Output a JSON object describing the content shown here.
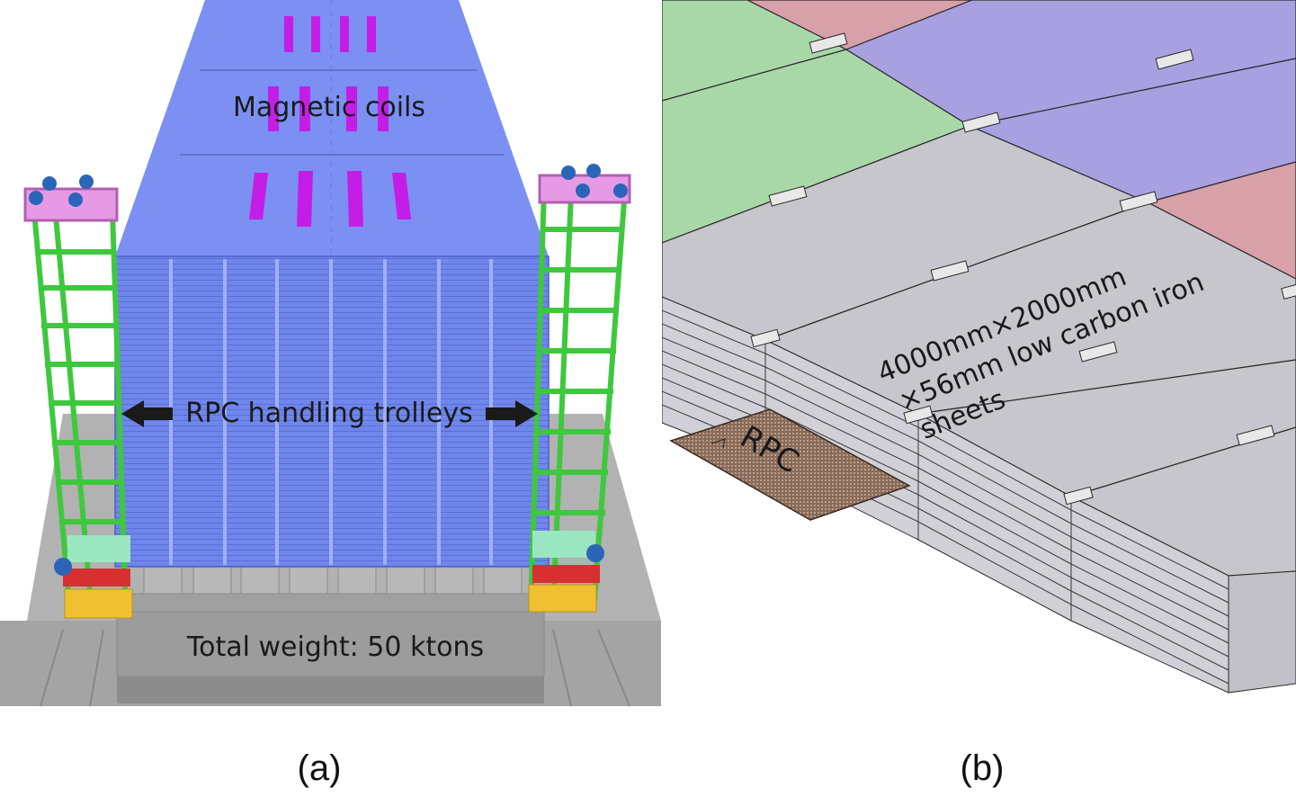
{
  "panel_a": {
    "caption": "(a)",
    "labels": {
      "coils": "Magnetic coils",
      "trolleys": "RPC handling trolleys",
      "weight": "Total weight: 50 ktons"
    }
  },
  "panel_b": {
    "caption": "(b)",
    "labels": {
      "sheet_line1": "4000mm×2000mm",
      "sheet_line2": "×56mm low carbon iron",
      "sheet_line3": "sheets",
      "rpc": "RPC"
    }
  },
  "colors": {
    "detector_blue": "#7a8ff0",
    "coil_magenta": "#c020e0",
    "trolley_green": "#3cc83c",
    "base_gray": "#9a9a9a",
    "plate_gray": "#c6c6cc",
    "tile_green": "#a8d8a8",
    "tile_purple": "#a8a0e0",
    "tile_pink": "#d8a0a8"
  }
}
